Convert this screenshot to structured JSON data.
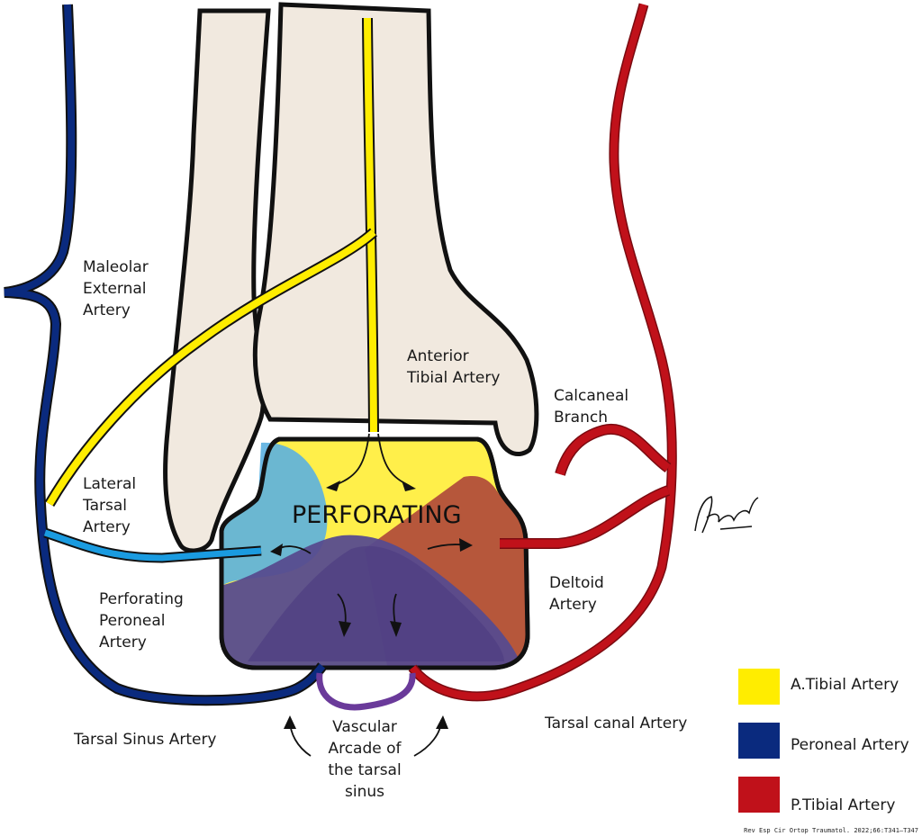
{
  "labels": {
    "maleolar": "Maleolar\nExternal\nArtery",
    "anterior_tibial": "Anterior\nTibial Artery",
    "calcaneal": "Calcaneal\nBranch",
    "lateral_tarsal": "Lateral\nTarsal\nArtery",
    "perforating": "PERFORATING",
    "perforating_peroneal": "Perforating\nPeroneal\nArtery",
    "deltoid": "Deltoid\nArtery",
    "tarsal_sinus": "Tarsal Sinus Artery",
    "vascular_arcade": "Vascular\nArcade of\nthe tarsal\nsinus",
    "tarsal_canal": "Tarsal canal Artery"
  },
  "legend": [
    {
      "label": "A.Tibial Artery",
      "color": "#ffed00"
    },
    {
      "label": "Peroneal Artery",
      "color": "#0a2a7e"
    },
    {
      "label": "P.Tibial Artery",
      "color": "#c0111a"
    }
  ],
  "colors": {
    "anterior_tibial": "#ffed00",
    "peroneal": "#0a2a7e",
    "posterior_tibial": "#c0111a",
    "lateral_tarsal_branch": "#1a9be0",
    "arcade": "#6a3a9a",
    "bone": "#f1e9df"
  },
  "citation": "Rev Esp Cir Ortop Traumatol. 2022;66:T341–T347"
}
